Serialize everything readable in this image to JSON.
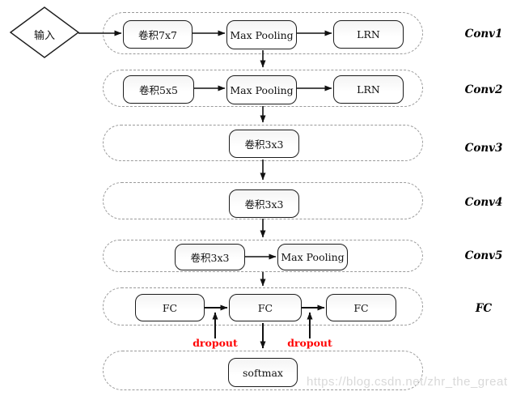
{
  "diagram": {
    "input": {
      "label": "输入"
    },
    "stages": [
      {
        "label": "Conv1",
        "boxes": [
          "卷积7x7",
          "Max Pooling",
          "LRN"
        ]
      },
      {
        "label": "Conv2",
        "boxes": [
          "卷积5x5",
          "Max Pooling",
          "LRN"
        ]
      },
      {
        "label": "Conv3",
        "boxes": [
          "卷积3x3"
        ]
      },
      {
        "label": "Conv4",
        "boxes": [
          "卷积3x3"
        ]
      },
      {
        "label": "Conv5",
        "boxes": [
          "卷积3x3",
          "Max Pooling"
        ]
      },
      {
        "label": "FC",
        "boxes": [
          "FC",
          "FC",
          "FC"
        ]
      },
      {
        "label": "",
        "boxes": [
          "softmax"
        ]
      }
    ],
    "annotations": {
      "dropout_left": "dropout",
      "dropout_right": "dropout"
    },
    "watermark": "https://blog.csdn.net/zhr_the_great",
    "colors": {
      "line": "#111111",
      "stage_dash": "#9a9a9a",
      "dropout_red": "#ff0000",
      "watermark_gray": "#d9d9d9"
    }
  }
}
